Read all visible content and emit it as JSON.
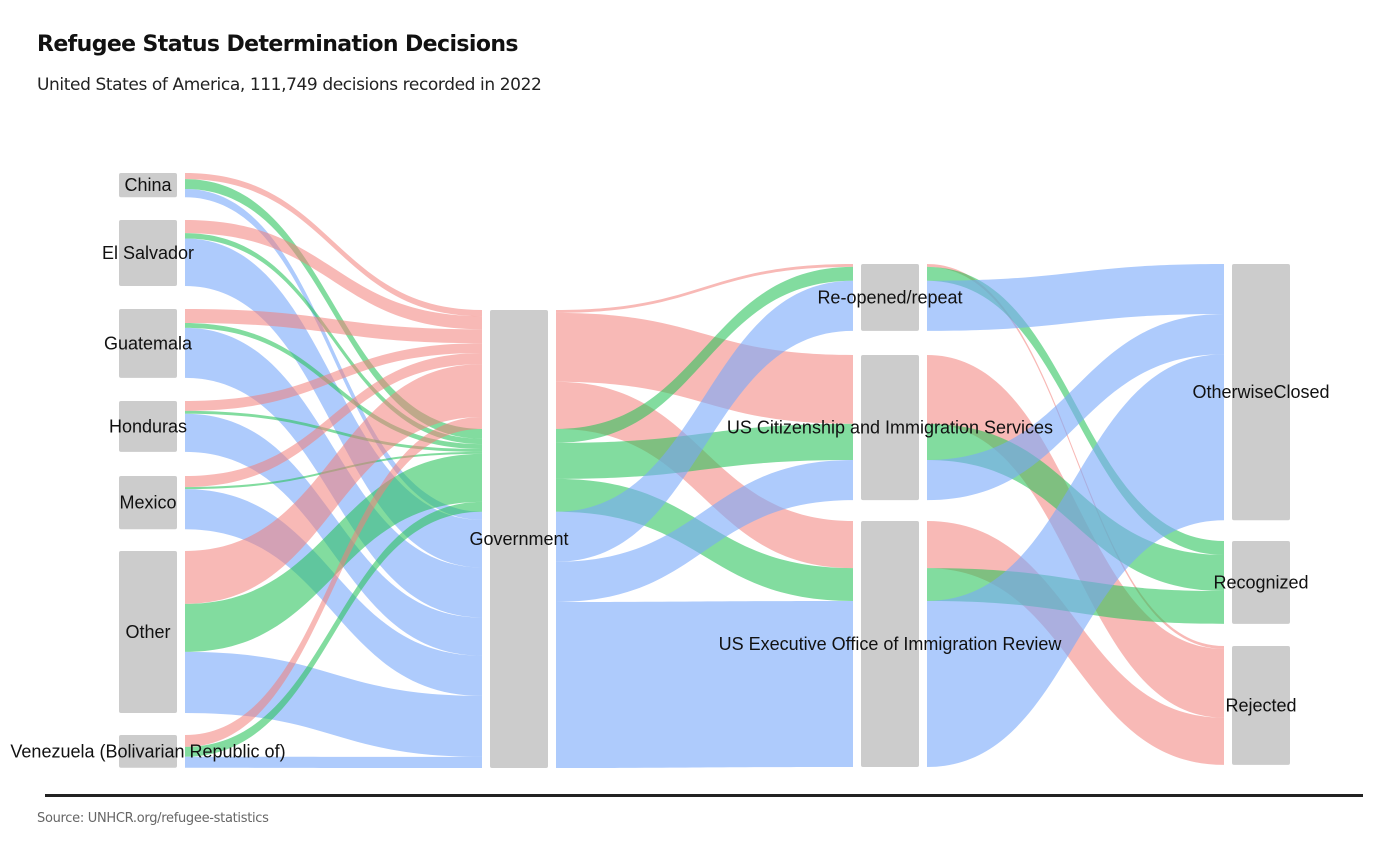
{
  "header": {
    "title": "Refugee Status Determination Decisions",
    "subtitle": "United States of America, 111,749 decisions recorded in 2022"
  },
  "footer": {
    "source": "Source: UNHCR.org/refugee-statistics"
  },
  "chart_data": {
    "type": "sankey",
    "title": "Refugee Status Determination Decisions",
    "subtitle": "United States of America, 111,749 decisions recorded in 2022",
    "colors": {
      "Rejected": "#f28a84",
      "Recognized": "#3cc86a",
      "OtherwiseClosed": "#86b3fa",
      "node": "#cccccc"
    },
    "nodes": [
      {
        "name": "China",
        "column": 0
      },
      {
        "name": "El Salvador",
        "column": 0
      },
      {
        "name": "Guatemala",
        "column": 0
      },
      {
        "name": "Honduras",
        "column": 0
      },
      {
        "name": "Mexico",
        "column": 0
      },
      {
        "name": "Other",
        "column": 0
      },
      {
        "name": "Venezuela (Bolivarian Republic of)",
        "column": 0
      },
      {
        "name": "Government",
        "column": 1
      },
      {
        "name": "Re-opened/repeat",
        "column": 2
      },
      {
        "name": "US Citizenship and Immigration Services",
        "column": 2
      },
      {
        "name": "US Executive Office of Immigration Review",
        "column": 2
      },
      {
        "name": "OtherwiseClosed",
        "column": 3
      },
      {
        "name": "Recognized",
        "column": 3
      },
      {
        "name": "Rejected",
        "column": 3
      }
    ],
    "links": [
      {
        "source": "China",
        "target": "Government",
        "outcome": "Rejected",
        "value": 1500
      },
      {
        "source": "China",
        "target": "Government",
        "outcome": "Recognized",
        "value": 2400
      },
      {
        "source": "China",
        "target": "Government",
        "outcome": "OtherwiseClosed",
        "value": 2000
      },
      {
        "source": "El Salvador",
        "target": "Government",
        "outcome": "Rejected",
        "value": 3200
      },
      {
        "source": "El Salvador",
        "target": "Government",
        "outcome": "Recognized",
        "value": 1300
      },
      {
        "source": "El Salvador",
        "target": "Government",
        "outcome": "OtherwiseClosed",
        "value": 11600
      },
      {
        "source": "Guatemala",
        "target": "Government",
        "outcome": "Rejected",
        "value": 3400
      },
      {
        "source": "Guatemala",
        "target": "Government",
        "outcome": "Recognized",
        "value": 1200
      },
      {
        "source": "Guatemala",
        "target": "Government",
        "outcome": "OtherwiseClosed",
        "value": 12200
      },
      {
        "source": "Honduras",
        "target": "Government",
        "outcome": "Rejected",
        "value": 2400
      },
      {
        "source": "Honduras",
        "target": "Government",
        "outcome": "Recognized",
        "value": 700
      },
      {
        "source": "Honduras",
        "target": "Government",
        "outcome": "OtherwiseClosed",
        "value": 9300
      },
      {
        "source": "Mexico",
        "target": "Government",
        "outcome": "Rejected",
        "value": 2700
      },
      {
        "source": "Mexico",
        "target": "Government",
        "outcome": "Recognized",
        "value": 500
      },
      {
        "source": "Mexico",
        "target": "Government",
        "outcome": "OtherwiseClosed",
        "value": 9800
      },
      {
        "source": "Other",
        "target": "Government",
        "outcome": "Rejected",
        "value": 12900
      },
      {
        "source": "Other",
        "target": "Government",
        "outcome": "Recognized",
        "value": 11700
      },
      {
        "source": "Other",
        "target": "Government",
        "outcome": "OtherwiseClosed",
        "value": 14900
      },
      {
        "source": "Venezuela (Bolivarian Republic of)",
        "target": "Government",
        "outcome": "Rejected",
        "value": 2900
      },
      {
        "source": "Venezuela (Bolivarian Republic of)",
        "target": "Government",
        "outcome": "Recognized",
        "value": 2400
      },
      {
        "source": "Venezuela (Bolivarian Republic of)",
        "target": "Government",
        "outcome": "OtherwiseClosed",
        "value": 2700
      },
      {
        "source": "Government",
        "target": "Re-opened/repeat",
        "outcome": "Rejected",
        "value": 700
      },
      {
        "source": "Government",
        "target": "US Citizenship and Immigration Services",
        "outcome": "Rejected",
        "value": 16800
      },
      {
        "source": "Government",
        "target": "US Executive Office of Immigration Review",
        "outcome": "Rejected",
        "value": 11500
      },
      {
        "source": "Government",
        "target": "Re-opened/repeat",
        "outcome": "Recognized",
        "value": 3400
      },
      {
        "source": "Government",
        "target": "US Citizenship and Immigration Services",
        "outcome": "Recognized",
        "value": 8800
      },
      {
        "source": "Government",
        "target": "US Executive Office of Immigration Review",
        "outcome": "Recognized",
        "value": 8000
      },
      {
        "source": "Government",
        "target": "Re-opened/repeat",
        "outcome": "OtherwiseClosed",
        "value": 12200
      },
      {
        "source": "Government",
        "target": "US Citizenship and Immigration Services",
        "outcome": "OtherwiseClosed",
        "value": 9800
      },
      {
        "source": "Government",
        "target": "US Executive Office of Immigration Review",
        "outcome": "OtherwiseClosed",
        "value": 40500
      },
      {
        "source": "Re-opened/repeat",
        "target": "Rejected",
        "outcome": "Rejected",
        "value": 700
      },
      {
        "source": "Re-opened/repeat",
        "target": "Recognized",
        "outcome": "Recognized",
        "value": 3400
      },
      {
        "source": "Re-opened/repeat",
        "target": "OtherwiseClosed",
        "outcome": "OtherwiseClosed",
        "value": 12200
      },
      {
        "source": "US Citizenship and Immigration Services",
        "target": "Rejected",
        "outcome": "Rejected",
        "value": 16800
      },
      {
        "source": "US Citizenship and Immigration Services",
        "target": "Recognized",
        "outcome": "Recognized",
        "value": 8800
      },
      {
        "source": "US Citizenship and Immigration Services",
        "target": "OtherwiseClosed",
        "outcome": "OtherwiseClosed",
        "value": 9800
      },
      {
        "source": "US Executive Office of Immigration Review",
        "target": "Rejected",
        "outcome": "Rejected",
        "value": 11500
      },
      {
        "source": "US Executive Office of Immigration Review",
        "target": "Recognized",
        "outcome": "Recognized",
        "value": 8000
      },
      {
        "source": "US Executive Office of Immigration Review",
        "target": "OtherwiseClosed",
        "outcome": "OtherwiseClosed",
        "value": 40500
      }
    ]
  }
}
